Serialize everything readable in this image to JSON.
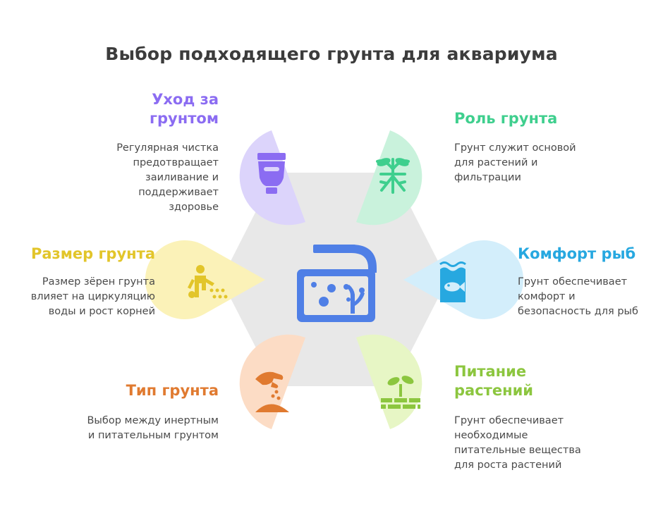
{
  "title": "Выбор подходящего грунта для аквариума",
  "colors": {
    "hub": "#e6e6e6",
    "icon_blue": "#4f7fe6",
    "care": "#8b6cf2",
    "role": "#3fcf8e",
    "size": "#e2c52a",
    "comfort": "#27a8e0",
    "type": "#e07a30",
    "nutrition": "#8cc63f"
  },
  "center": {
    "icon": "aquarium-icon"
  },
  "segments": {
    "care": {
      "heading": "Уход за грунтом",
      "description": "Регулярная чистка предотвращает заиливание и поддерживает здоровье",
      "icon": "vacuum-cleaner-icon"
    },
    "role": {
      "heading": "Роль грунта",
      "description": "Грунт служит основой для растений и фильтрации",
      "icon": "plant-roots-icon"
    },
    "size": {
      "heading": "Размер грунта",
      "description": "Размер зёрен грунта влияет на циркуляцию воды и рост корней",
      "icon": "sand-granules-icon"
    },
    "comfort": {
      "heading": "Комфорт рыб",
      "description": "Грунт обеспечивает комфорт и безопасность для рыб",
      "icon": "fish-in-water-icon"
    },
    "type": {
      "heading": "Тип грунта",
      "description": "Выбор между инертным и питательным грунтом",
      "icon": "hand-pouring-soil-icon"
    },
    "nutrition": {
      "heading": "Питание растений",
      "description": "Грунт обеспечивает необходимые питательные вещества для роста растений",
      "icon": "sprout-bricks-icon"
    }
  }
}
